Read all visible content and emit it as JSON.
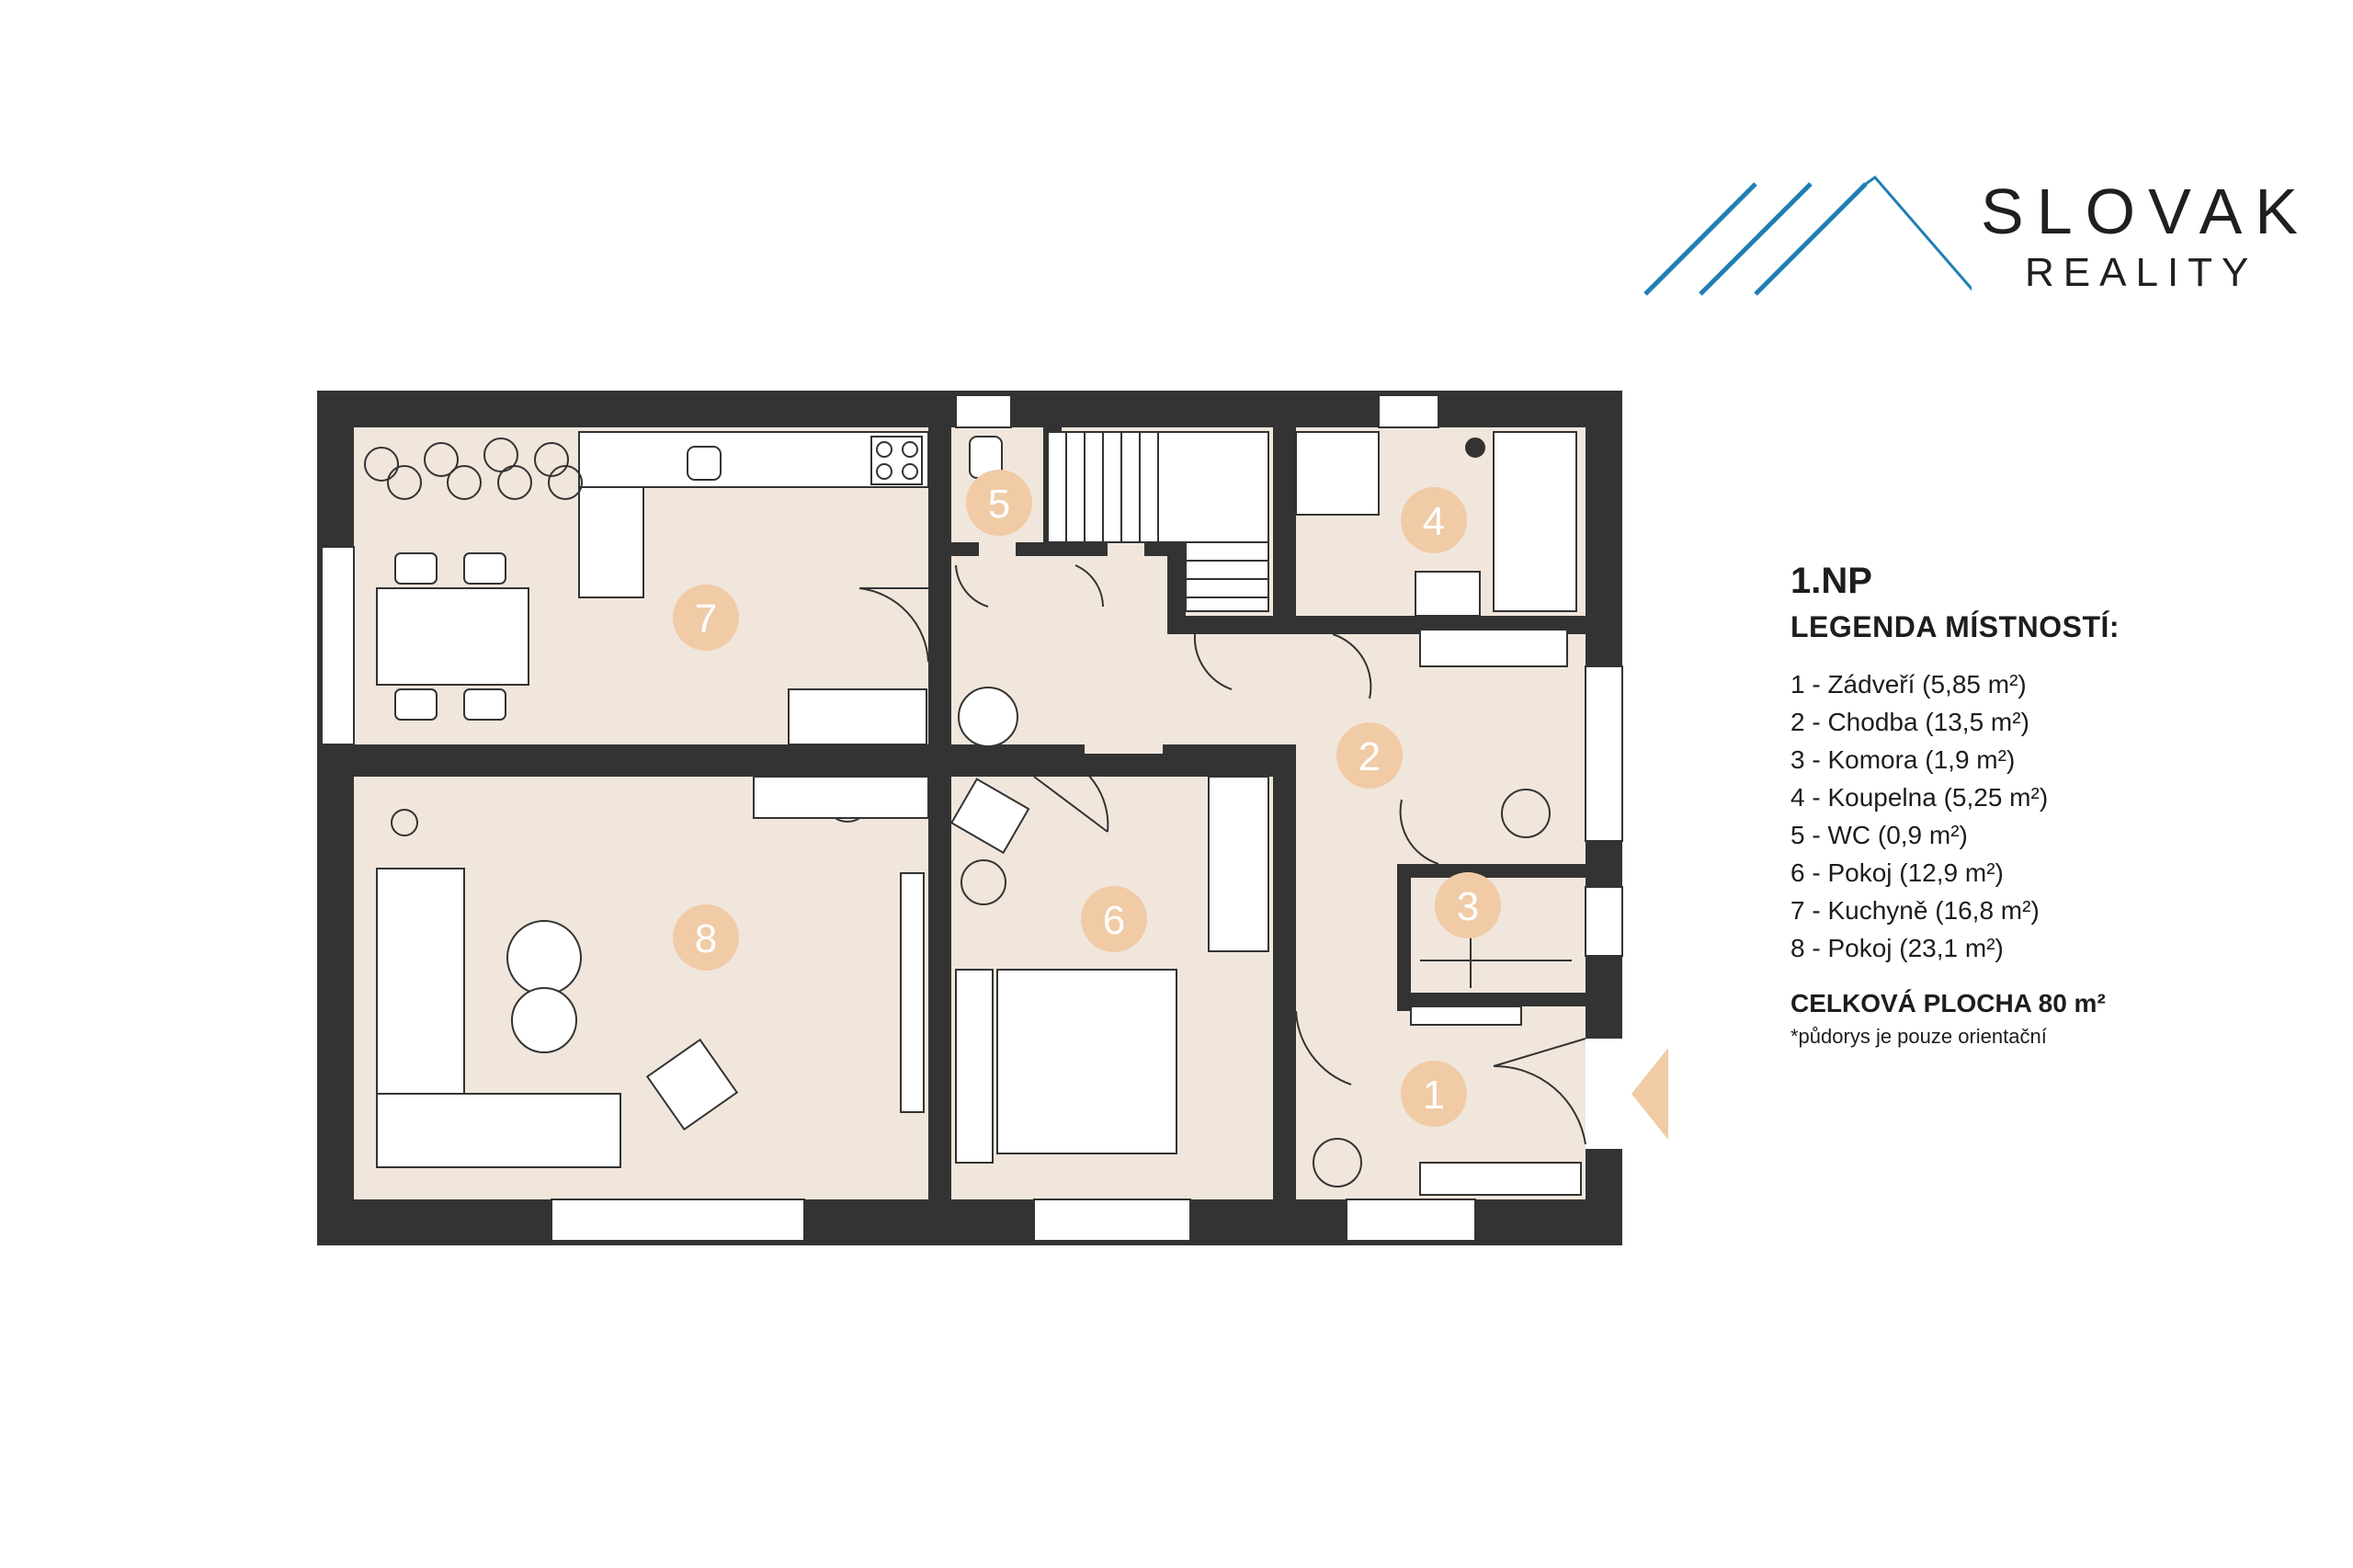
{
  "brand": {
    "name": "SLOVAK",
    "subtitle": "REALITY",
    "color_dark": "#1f1f1f",
    "stripe_color": "#1f7fb5"
  },
  "plan": {
    "colors": {
      "wall": "#333333",
      "floor": "#f1e6dc",
      "badge": "#f0cba6",
      "badge_text": "#ffffff",
      "entrance_marker": "#f0cba6"
    },
    "room_badges": [
      "1",
      "2",
      "3",
      "4",
      "5",
      "6",
      "7",
      "8"
    ]
  },
  "legend": {
    "floor": "1.NP",
    "title": "LEGENDA MÍSTNOSTÍ:",
    "rooms": [
      "1 - Zádveří (5,85 m²)",
      "2 - Chodba (13,5 m²)",
      "3 - Komora (1,9 m²)",
      "4 - Koupelna (5,25 m²)",
      "5 - WC (0,9 m²)",
      "6 - Pokoj (12,9 m²)",
      "7 - Kuchyně (16,8 m²)",
      "8 - Pokoj (23,1 m²)"
    ],
    "total": "CELKOVÁ PLOCHA 80 m²",
    "note": "*půdorys je pouze orientační"
  }
}
